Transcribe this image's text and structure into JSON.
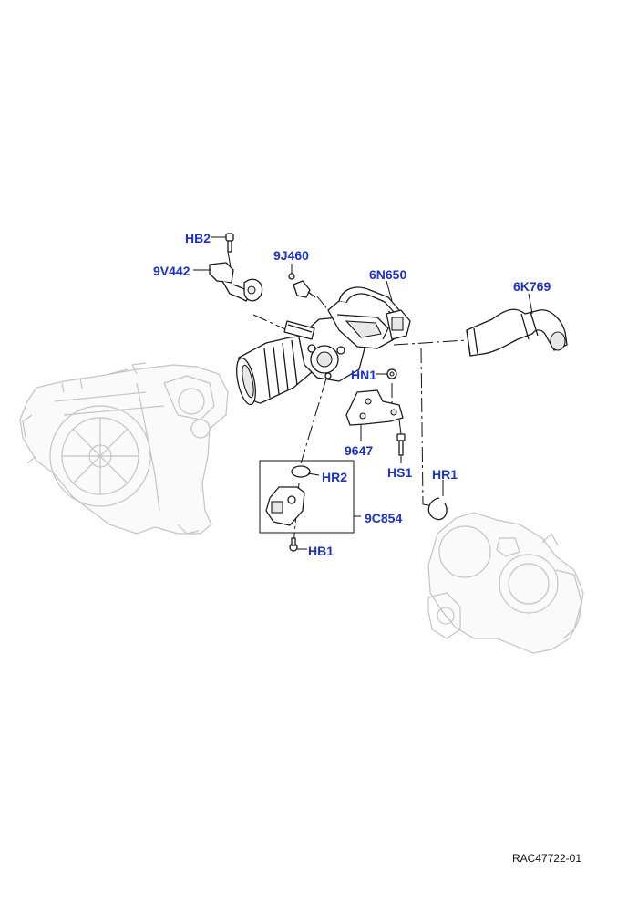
{
  "callouts": {
    "hb2": "HB2",
    "v9442": "9V442",
    "j9460": "9J460",
    "n6650": "6N650",
    "k6769": "6K769",
    "hn1": "HN1",
    "p9647": "9647",
    "hs1": "HS1",
    "hr1": "HR1",
    "hr2": "HR2",
    "c9854": "9C854",
    "hb1": "HB1"
  },
  "reference_code": "RAC47722-01",
  "colors": {
    "callout_text": "#1a2fd8",
    "part_outline": "#1a1a1a",
    "ghost_outline": "#c4c4c4"
  }
}
